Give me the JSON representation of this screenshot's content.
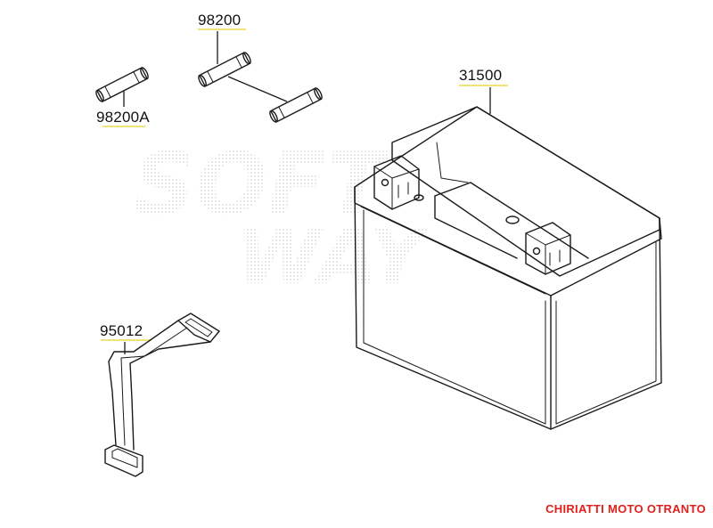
{
  "diagram": {
    "parts": [
      {
        "id": "98200",
        "label": "98200",
        "description": "fuse"
      },
      {
        "id": "98200A",
        "label": "98200A",
        "description": "fuse"
      },
      {
        "id": "31500",
        "label": "31500",
        "description": "battery"
      },
      {
        "id": "95012",
        "label": "95012",
        "description": "strap"
      }
    ],
    "watermark": {
      "line1": "SOFT",
      "line2": "WAY"
    },
    "credit": {
      "text": "CHIRIATTI MOTO OTRANTO",
      "color": "#e0201b"
    },
    "colors": {
      "ink": "#1a1a1a",
      "label_underline": "#f2e27a",
      "watermark": "#d8d8d8"
    }
  }
}
